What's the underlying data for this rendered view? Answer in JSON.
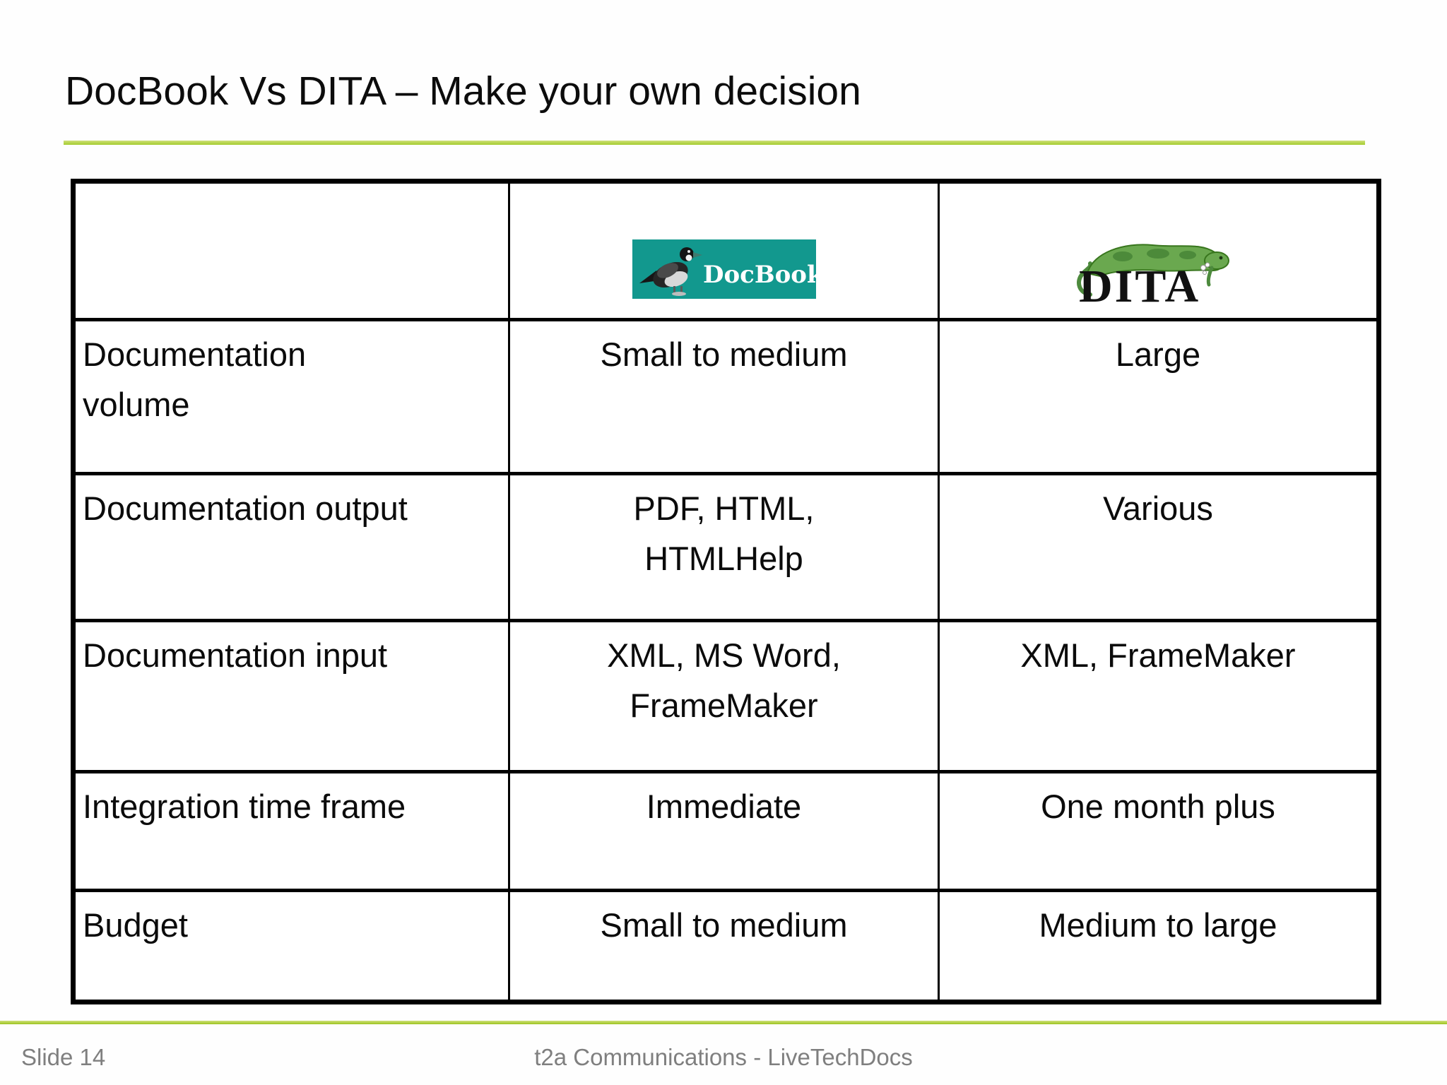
{
  "slide": {
    "title": "DocBook Vs DITA – Make your own decision",
    "accent_color": "#a6ce39",
    "background_color": "#ffffff",
    "table_border_color": "#000000"
  },
  "logos": {
    "docbook": {
      "text": "DocBook",
      "background_color": "#12988e",
      "text_color": "#ffffff"
    },
    "dita": {
      "text": "DITA",
      "lizard_color": "#6aa84f",
      "text_color": "#111111"
    }
  },
  "table": {
    "columns": [
      "",
      "DocBook",
      "DITA"
    ],
    "rows": [
      {
        "label": "Documentation\nvolume",
        "docbook": "Small to medium",
        "dita": "Large"
      },
      {
        "label": "Documentation output",
        "docbook": "PDF, HTML,\nHTMLHelp",
        "dita": "Various"
      },
      {
        "label": "Documentation input",
        "docbook": "XML, MS Word,\nFrameMaker",
        "dita": "XML, FrameMaker"
      },
      {
        "label": "Integration time frame",
        "docbook": "Immediate",
        "dita": "One month plus"
      },
      {
        "label": "Budget",
        "docbook": "Small to medium",
        "dita": "Medium to large"
      }
    ]
  },
  "footer": {
    "slide_number": "Slide 14",
    "center_text": "t2a Communications - LiveTechDocs",
    "text_color": "#7f7f7f"
  }
}
